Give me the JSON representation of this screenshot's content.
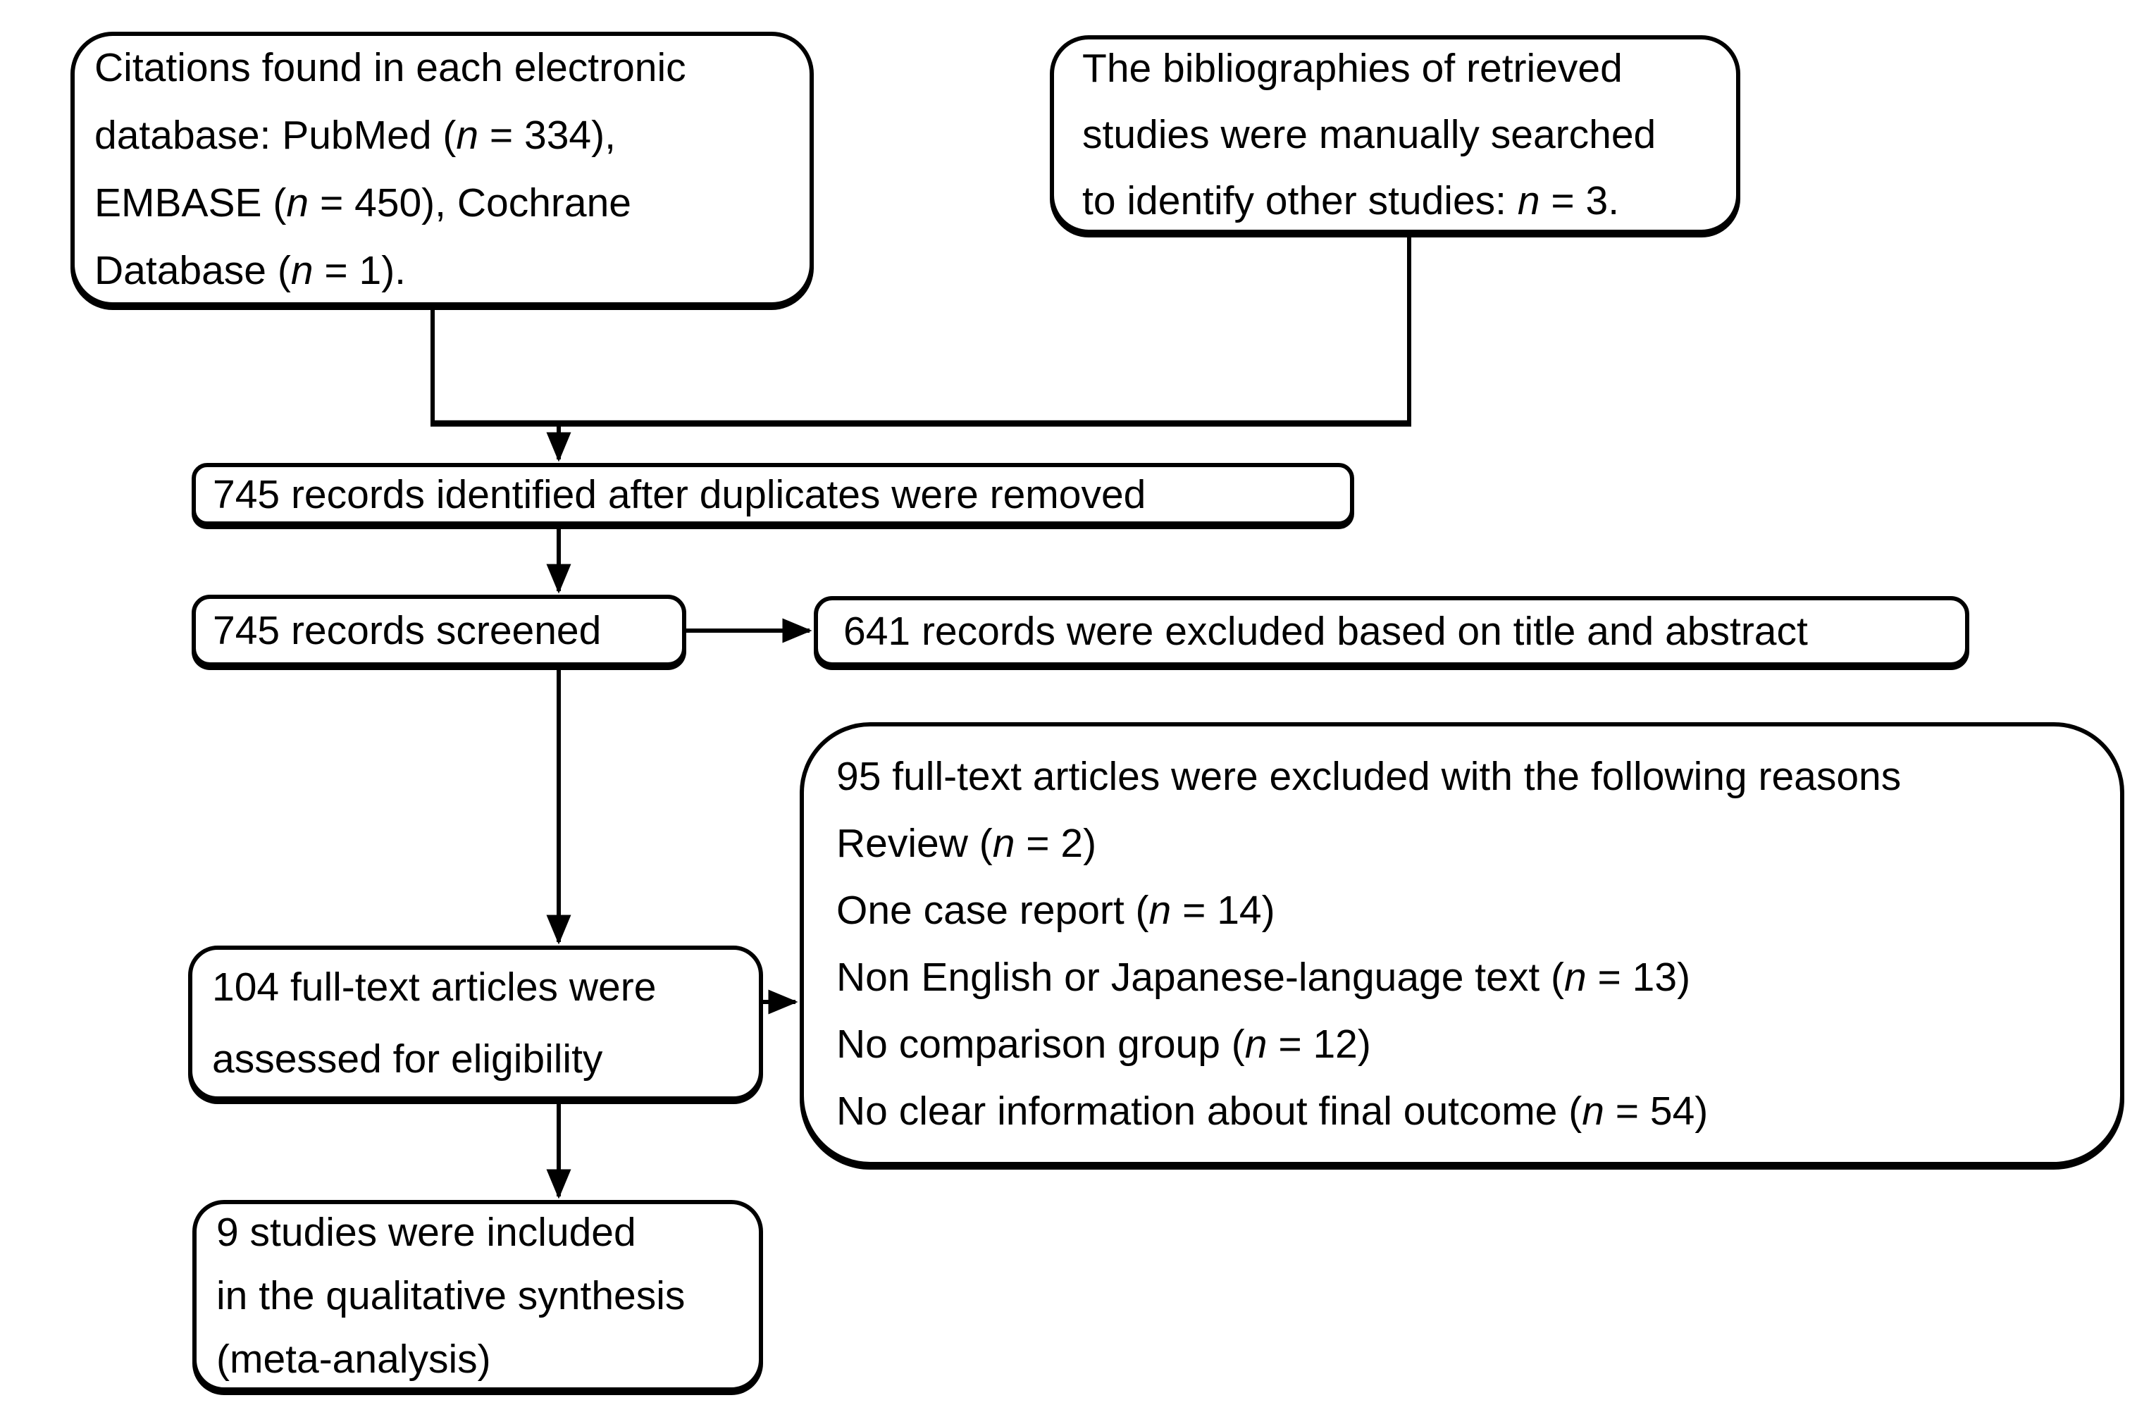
{
  "figure": {
    "type": "prisma-flow-diagram",
    "background_color": "#ffffff",
    "line_color": "#000000",
    "text_color": "#000000"
  },
  "boxes": {
    "citations_databases": {
      "lines": [
        [
          {
            "t": "Citations found in each electronic"
          }
        ],
        [
          {
            "t": "database: PubMed ("
          },
          {
            "t": "n",
            "i": true
          },
          {
            "t": " = 334),"
          }
        ],
        [
          {
            "t": "EMBASE ("
          },
          {
            "t": "n",
            "i": true
          },
          {
            "t": " = 450), Cochrane"
          }
        ],
        [
          {
            "t": "Database ("
          },
          {
            "t": "n",
            "i": true
          },
          {
            "t": " = 1)."
          }
        ]
      ]
    },
    "manual_bibliography_search": {
      "lines": [
        [
          {
            "t": "The bibliographies of retrieved"
          }
        ],
        [
          {
            "t": "studies were manually searched"
          }
        ],
        [
          {
            "t": "to identify other studies: "
          },
          {
            "t": "n",
            "i": true
          },
          {
            "t": " = 3."
          }
        ]
      ]
    },
    "records_identified": {
      "lines": [
        [
          {
            "t": "745 records identified after duplicates were removed"
          }
        ]
      ]
    },
    "records_screened": {
      "lines": [
        [
          {
            "t": "745 records screened"
          }
        ]
      ]
    },
    "records_excluded_title_abstract": {
      "lines": [
        [
          {
            "t": "641 records were excluded based on title and abstract"
          }
        ]
      ]
    },
    "fulltext_excluded_reasons": {
      "lines": [
        [
          {
            "t": "95 full-text articles were excluded with the following reasons"
          }
        ],
        [
          {
            "t": "Review ("
          },
          {
            "t": "n",
            "i": true
          },
          {
            "t": " = 2)"
          }
        ],
        [
          {
            "t": "One case report ("
          },
          {
            "t": "n",
            "i": true
          },
          {
            "t": " = 14)"
          }
        ],
        [
          {
            "t": "Non English or Japanese-language text ("
          },
          {
            "t": "n",
            "i": true
          },
          {
            "t": " = 13)"
          }
        ],
        [
          {
            "t": "No comparison group ("
          },
          {
            "t": "n",
            "i": true
          },
          {
            "t": " = 12)"
          }
        ],
        [
          {
            "t": "No clear information about final outcome ("
          },
          {
            "t": "n",
            "i": true
          },
          {
            "t": " = 54)"
          }
        ]
      ]
    },
    "fulltext_assessed": {
      "lines": [
        [
          {
            "t": "104 full-text articles were"
          }
        ],
        [
          {
            "t": "assessed for eligibility"
          }
        ]
      ]
    },
    "studies_included": {
      "lines": [
        [
          {
            "t": "9 studies were included"
          }
        ],
        [
          {
            "t": "in the qualitative synthesis"
          }
        ],
        [
          {
            "t": "(meta-analysis)"
          }
        ]
      ]
    }
  },
  "edges": [
    {
      "from": "citations_databases",
      "to": "records_identified"
    },
    {
      "from": "manual_bibliography_search",
      "to": "records_identified"
    },
    {
      "from": "records_identified",
      "to": "records_screened"
    },
    {
      "from": "records_screened",
      "to": "records_excluded_title_abstract"
    },
    {
      "from": "records_screened",
      "to": "fulltext_assessed"
    },
    {
      "from": "fulltext_assessed",
      "to": "fulltext_excluded_reasons"
    },
    {
      "from": "fulltext_assessed",
      "to": "studies_included"
    }
  ]
}
